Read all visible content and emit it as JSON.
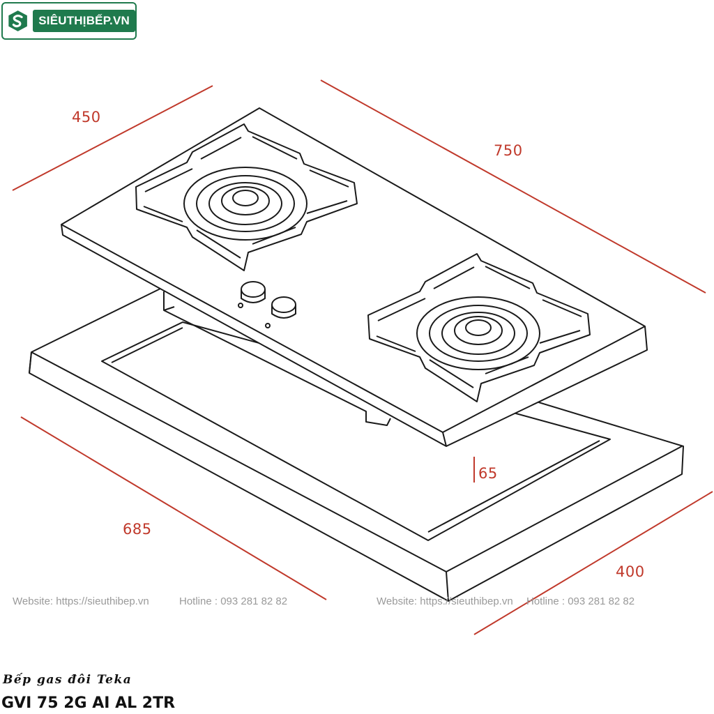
{
  "logo": {
    "text": "SIÊUTHỊBẾP.VN",
    "colors": {
      "brand": "#1f7a4d"
    }
  },
  "dimensions": {
    "width_back": "450",
    "length_top": "750",
    "height": "65",
    "cutout_length": "685",
    "cutout_width": "400"
  },
  "watermarks": [
    {
      "website": "Website: https://sieuthibep.vn",
      "hotline": "Hotline : 093 281 82 82"
    },
    {
      "website": "Website: https://sieuthibep.vn",
      "hotline": "Hotline : 093 281 82 82"
    }
  ],
  "caption": {
    "subtitle": "Bếp gas đôi Teka",
    "model": "GVI 75 2G AI AL 2TR"
  },
  "colors": {
    "dimension": "#c0392b",
    "line": "#1a1a1a"
  }
}
